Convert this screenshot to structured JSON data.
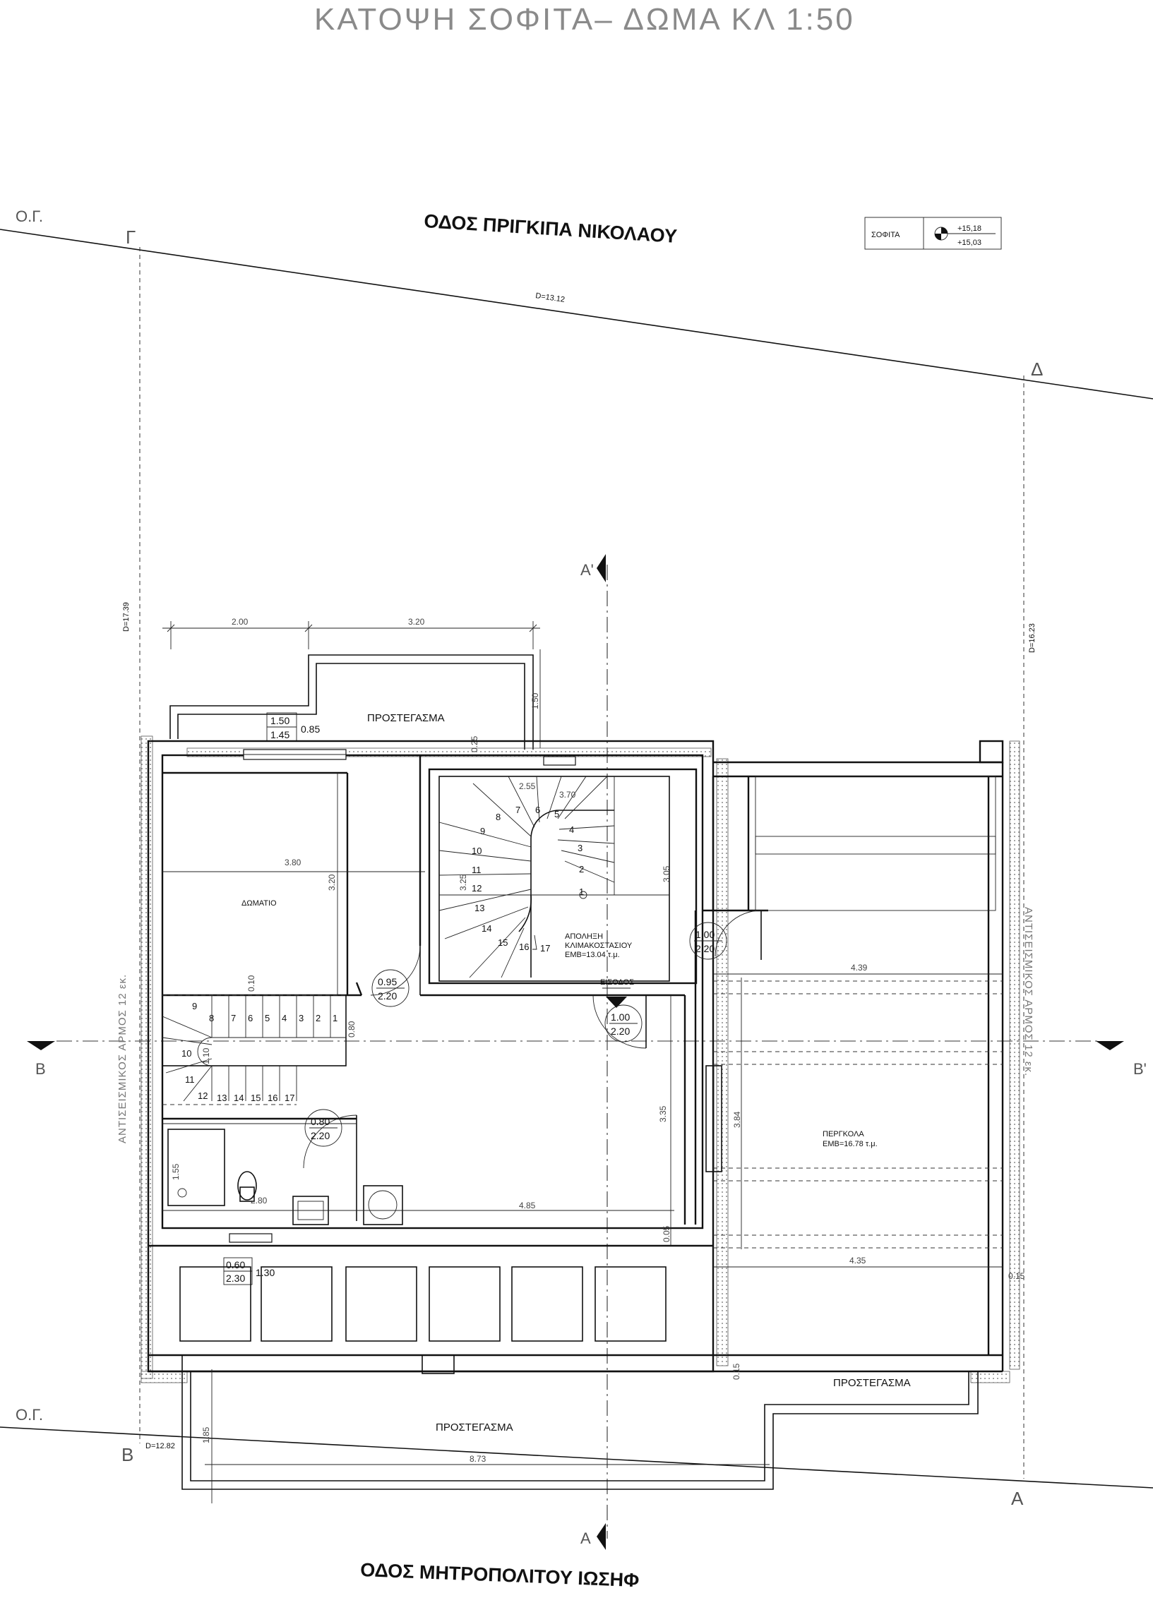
{
  "title": "ΚΑΤΟΨΗ ΣΟΦΙΤΑ– ΔΩΜΑ ΚΛ 1:50",
  "streets": {
    "north": "ΟΔΟΣ  ΠΡΙΓΚΙΠΑ ΝΙΚΟΛΑΟΥ",
    "south": "ΟΔΟΣ  ΜΗΤΡΟΠΟΛΙΤΟΥ ΙΩΣΗΦ"
  },
  "level_box": {
    "label": "ΣΟΦΙΤΑ",
    "upper": "+15,18",
    "lower": "+15,03"
  },
  "building_line_label": "Ο.Γ.",
  "corners": {
    "gamma": "Γ",
    "delta": "Δ",
    "beta": "Β",
    "alpha": "Α"
  },
  "plot_dims": {
    "north": "D=13.12",
    "west": "D=17.39",
    "east": "D=16.23",
    "south": "D=12.82"
  },
  "section_marks": {
    "a_top": "Α'",
    "a_bottom": "Α",
    "b_left": "Β",
    "b_right": "Β'"
  },
  "joint_label": "ΑΝΤΙΣΕΙΣΜΙΚΟΣ  ΑΡΜΟΣ 12 εκ.",
  "rooms": {
    "canopy_top": "ΠΡΟΣΤΕΓΑΣΜΑ",
    "room": "ΔΩΜΑΤΙΟ",
    "stair_line1": "ΑΠΟΛΗΞΗ",
    "stair_line2": "ΚΛΙΜΑΚΟΣΤΑΣΙΟΥ",
    "stair_line3": "ΕΜΒ=13.04 τ.μ.",
    "entrance": "ΕΙΣΟΔΟΣ",
    "pergola_line1": "ΠΕΡΓΚΟΛΑ",
    "pergola_line2": "ΕΜΒ=16.78 τ.μ.",
    "canopy_south": "ΠΡΟΣΤΕΓΑΣΜΑ",
    "canopy_southeast": "ΠΡΟΣΤΕΓΑΣΜΑ"
  },
  "window_top": {
    "w": "1.50",
    "h": "1.45",
    "sill": "0.85"
  },
  "window_bottom": {
    "w": "0.60",
    "h": "2.30",
    "sill": "1.30"
  },
  "doors": [
    {
      "w": "0.95",
      "h": "2.20"
    },
    {
      "w": "1.00",
      "h": "2.20"
    },
    {
      "w": "1.00",
      "h": "2.20"
    },
    {
      "w": "0.80",
      "h": "2.20"
    }
  ],
  "dims": {
    "top_a": "2.00",
    "top_b": "3.20",
    "canopy_depth": "1.50",
    "wall_025": "0.25",
    "stair_w1": "2.55",
    "stair_w2": "3.70",
    "stair_h1": "3.25",
    "stair_h2": "3.05",
    "room_w": "3.80",
    "room_h": "3.20",
    "d010": "0.10",
    "d080": "0.80",
    "d110": "1.10",
    "hall_h": "3.35",
    "wc_w": "2.80",
    "wc_h": "1.55",
    "hall_w": "4.85",
    "d005": "0.05",
    "perg_w1": "4.39",
    "perg_h": "3.84",
    "perg_w2": "4.35",
    "d015a": "0.15",
    "d015b": "0.15",
    "canopy_s_h": "1.85",
    "canopy_s_w": "8.73"
  },
  "stair_main_numbers": [
    "1",
    "2",
    "3",
    "4",
    "5",
    "6",
    "7",
    "8",
    "9",
    "10",
    "11",
    "12",
    "13",
    "14",
    "15",
    "16",
    "17"
  ],
  "stair_small_top": [
    "8",
    "7",
    "6",
    "5",
    "4",
    "3",
    "2",
    "1"
  ],
  "stair_small_left": [
    "9",
    "10",
    "11",
    "12"
  ],
  "stair_small_bottom": [
    "13",
    "14",
    "15",
    "16",
    "17"
  ]
}
